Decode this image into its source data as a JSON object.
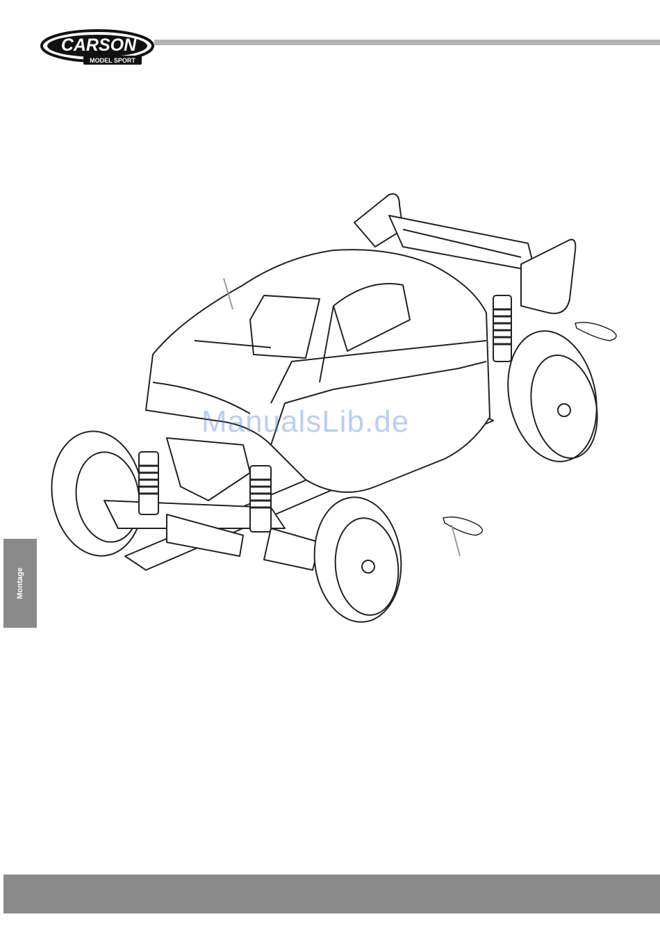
{
  "brand": {
    "logo_text": "CARSON",
    "logo_subtext": "MODEL SPORT"
  },
  "side_tab": {
    "label": "Montage"
  },
  "watermark": {
    "text": "ManualsLib.de"
  },
  "colors": {
    "header_rule": "#b3b3b3",
    "side_tab": "#8a8a8a",
    "footer_bar": "#8a8a8a",
    "watermark": "#4a7fe0"
  }
}
